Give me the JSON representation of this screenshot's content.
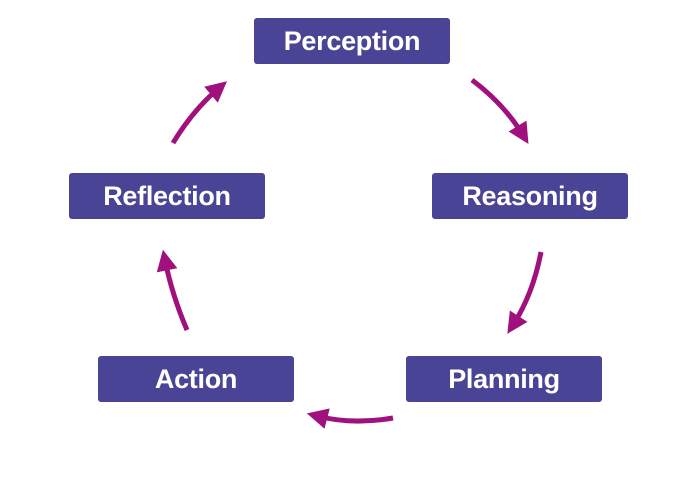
{
  "diagram": {
    "nodes": [
      {
        "id": "perception",
        "label": "Perception"
      },
      {
        "id": "reasoning",
        "label": "Reasoning"
      },
      {
        "id": "planning",
        "label": "Planning"
      },
      {
        "id": "action",
        "label": "Action"
      },
      {
        "id": "reflection",
        "label": "Reflection"
      }
    ],
    "edges": [
      {
        "from": "perception",
        "to": "reasoning"
      },
      {
        "from": "reasoning",
        "to": "planning"
      },
      {
        "from": "planning",
        "to": "action"
      },
      {
        "from": "action",
        "to": "reflection"
      },
      {
        "from": "reflection",
        "to": "perception"
      }
    ],
    "colors": {
      "node_fill": "#4a4496",
      "node_text": "#ffffff",
      "arrow": "#a0117e",
      "background": "#ffffff"
    }
  }
}
